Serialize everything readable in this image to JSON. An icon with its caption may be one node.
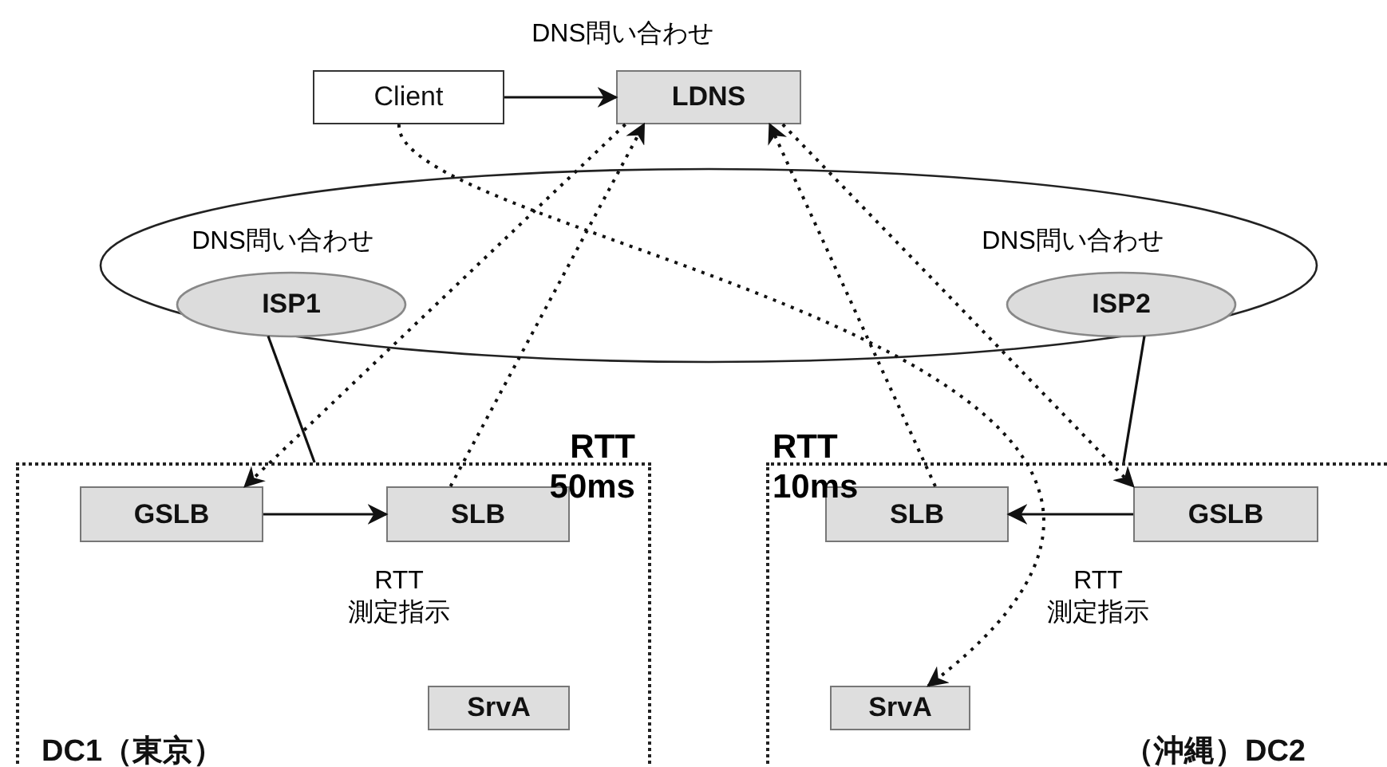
{
  "diagram": {
    "nodes": [
      {
        "text": [
          "Client"
        ]
      },
      {
        "text": [
          "LDNS"
        ]
      },
      {
        "text": [],
        "shape": "ellipse"
      },
      {
        "text": [
          "ISP1"
        ],
        "in": 2
      },
      {
        "text": [
          "ISP2"
        ],
        "in": 2
      },
      {
        "text": [
          "DC1（東京）"
        ]
      },
      {
        "text": [
          "GSLB"
        ],
        "in": 5
      },
      {
        "text": [
          "SLB"
        ],
        "in": 5
      },
      {
        "text": [
          "SrvA"
        ],
        "in": 5
      },
      {
        "text": [
          "（沖縄）DC2"
        ]
      },
      {
        "text": [
          "SLB"
        ],
        "in": 9
      },
      {
        "text": [
          "GSLB"
        ],
        "in": 9
      },
      {
        "text": [
          "SrvA"
        ],
        "in": 9
      }
    ],
    "edges": [
      {
        "from": 0,
        "to": 1,
        "arrow": "to",
        "label": "DNS問い合わせ"
      },
      {
        "from": 1,
        "to": 6,
        "arrow": "to",
        "label": "DNS問い合わせ",
        "style": "dashed"
      },
      {
        "from": 1,
        "to": 11,
        "arrow": "to",
        "label": "DNS問い合わせ",
        "style": "dashed"
      },
      {
        "from": 7,
        "to": 1,
        "arrow": "to",
        "label": "RTT 50ms",
        "style": "dashed"
      },
      {
        "from": 10,
        "to": 1,
        "arrow": "to",
        "label": "RTT 10ms",
        "style": "dashed"
      },
      {
        "from": 0,
        "to": 12,
        "arrow": "to",
        "style": "dashed"
      },
      {
        "from": 6,
        "to": 7,
        "arrow": "to",
        "label": "RTT 測定指示"
      },
      {
        "from": 11,
        "to": 10,
        "arrow": "to",
        "label": "RTT 測定指示"
      },
      {
        "from": 3,
        "to": 5,
        "arrow": "none"
      },
      {
        "from": 4,
        "to": 9,
        "arrow": "none"
      }
    ]
  }
}
